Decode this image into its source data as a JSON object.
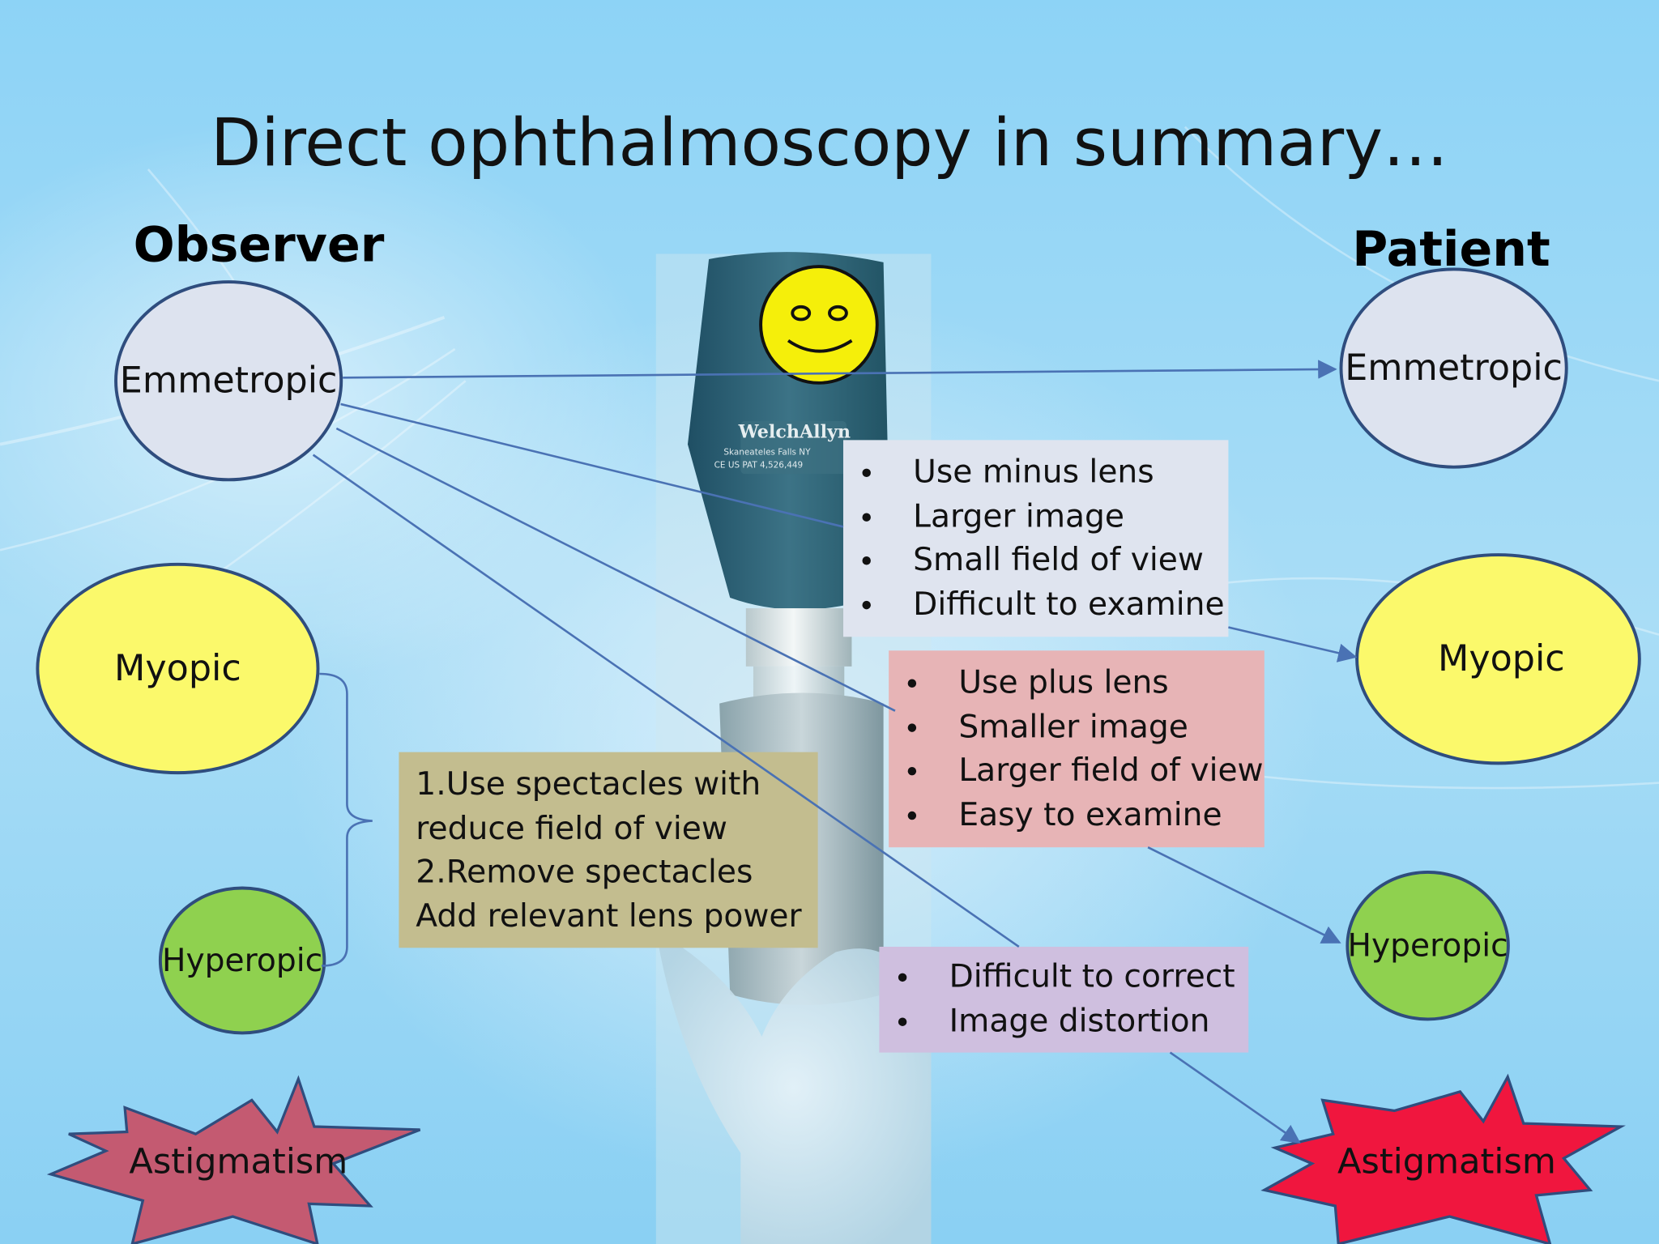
{
  "title": "Direct ophthalmoscopy in summary…",
  "observer": {
    "heading": "Observer",
    "emmetropic": "Emmetropic",
    "myopic": "Myopic",
    "hyperopic": "Hyperopic",
    "astigmatism": "Astigmatism"
  },
  "patient": {
    "heading": "Patient",
    "emmetropic": "Emmetropic",
    "myopic": "Myopic",
    "hyperopic": "Hyperopic",
    "astigmatism": "Astigmatism"
  },
  "myopic_box": {
    "items": [
      "Use minus lens",
      "Larger image",
      "Small field of view",
      "Difficult to examine"
    ]
  },
  "hyperopic_box": {
    "items": [
      "Use plus lens",
      "Smaller image",
      "Larger field of view",
      "Easy to examine"
    ]
  },
  "astigmatism_box": {
    "items": [
      "Difficult to correct",
      "Image distortion"
    ]
  },
  "spectacles_box": {
    "lines": [
      "1.Use spectacles with",
      "reduce field of view",
      "2.Remove spectacles",
      "Add relevant lens power"
    ]
  },
  "colors": {
    "arrow": "#4a72b4",
    "ellipse_border": "#2f4d7e",
    "star_left": "#c45a71",
    "star_right": "#f0163e"
  },
  "icons": [
    "smiley-face-icon",
    "ophthalmoscope-image",
    "left-brace-icon"
  ]
}
